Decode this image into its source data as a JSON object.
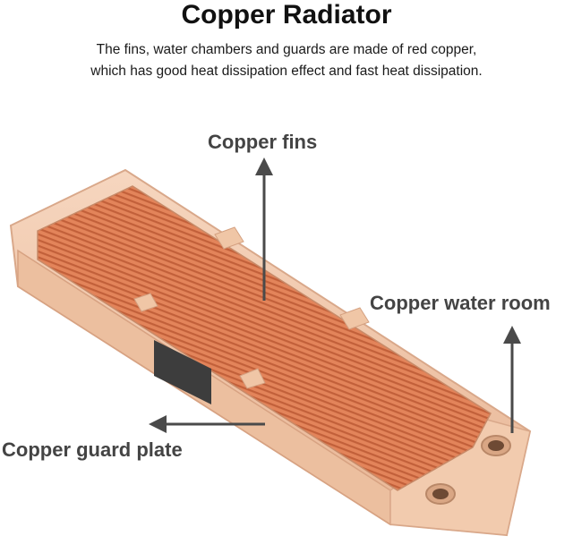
{
  "header": {
    "title": "Copper Radiator",
    "description_line1": "The fins, water chambers and guards are made of red copper,",
    "description_line2": "which has good heat dissipation effect and fast heat dissipation."
  },
  "callouts": {
    "fins": "Copper fins",
    "water_room": "Copper water room",
    "guard_plate": "Copper guard plate"
  },
  "colors": {
    "copper_frame": "#f0c6a6",
    "copper_edge": "#d9a88a",
    "fin_base": "#e3845a",
    "fin_line": "#c2603a",
    "arrow": "#4a4a4a",
    "text_label": "#444444"
  }
}
